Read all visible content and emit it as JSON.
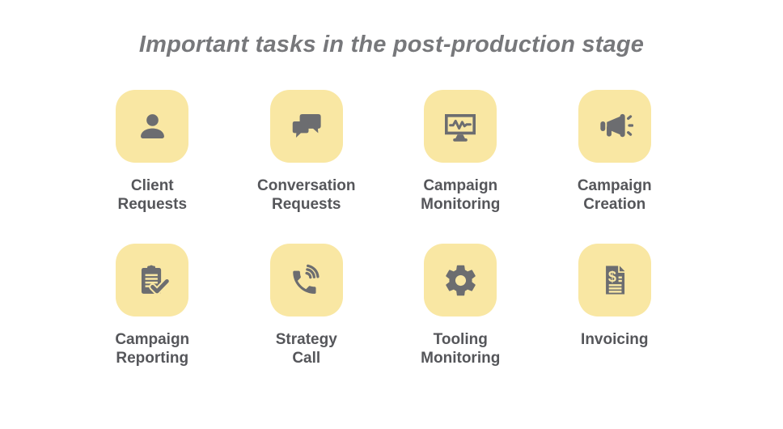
{
  "title": "Important tasks in the post-production stage",
  "colors": {
    "background": "#ffffff",
    "tile": "#F9E7A3",
    "icon": "#6C6D70",
    "title_text": "#77787B",
    "label_text": "#55565A"
  },
  "tasks": [
    {
      "label": "Client Requests",
      "lines": [
        "Client",
        "Requests"
      ],
      "icon": "person-icon"
    },
    {
      "label": "Conversation Requests",
      "lines": [
        "Conversation",
        "Requests"
      ],
      "icon": "chat-bubbles-icon"
    },
    {
      "label": "Campaign Monitoring",
      "lines": [
        "Campaign",
        "Monitoring"
      ],
      "icon": "monitor-pulse-icon"
    },
    {
      "label": "Campaign Creation",
      "lines": [
        "Campaign",
        "Creation"
      ],
      "icon": "megaphone-icon"
    },
    {
      "label": "Campaign Reporting",
      "lines": [
        "Campaign",
        "Reporting"
      ],
      "icon": "clipboard-check-icon"
    },
    {
      "label": "Strategy Call",
      "lines": [
        "Strategy",
        "Call"
      ],
      "icon": "phone-call-icon"
    },
    {
      "label": "Tooling Monitoring",
      "lines": [
        "Tooling",
        "Monitoring"
      ],
      "icon": "gear-icon"
    },
    {
      "label": "Invoicing",
      "lines": [
        "Invoicing"
      ],
      "icon": "invoice-dollar-icon"
    }
  ]
}
